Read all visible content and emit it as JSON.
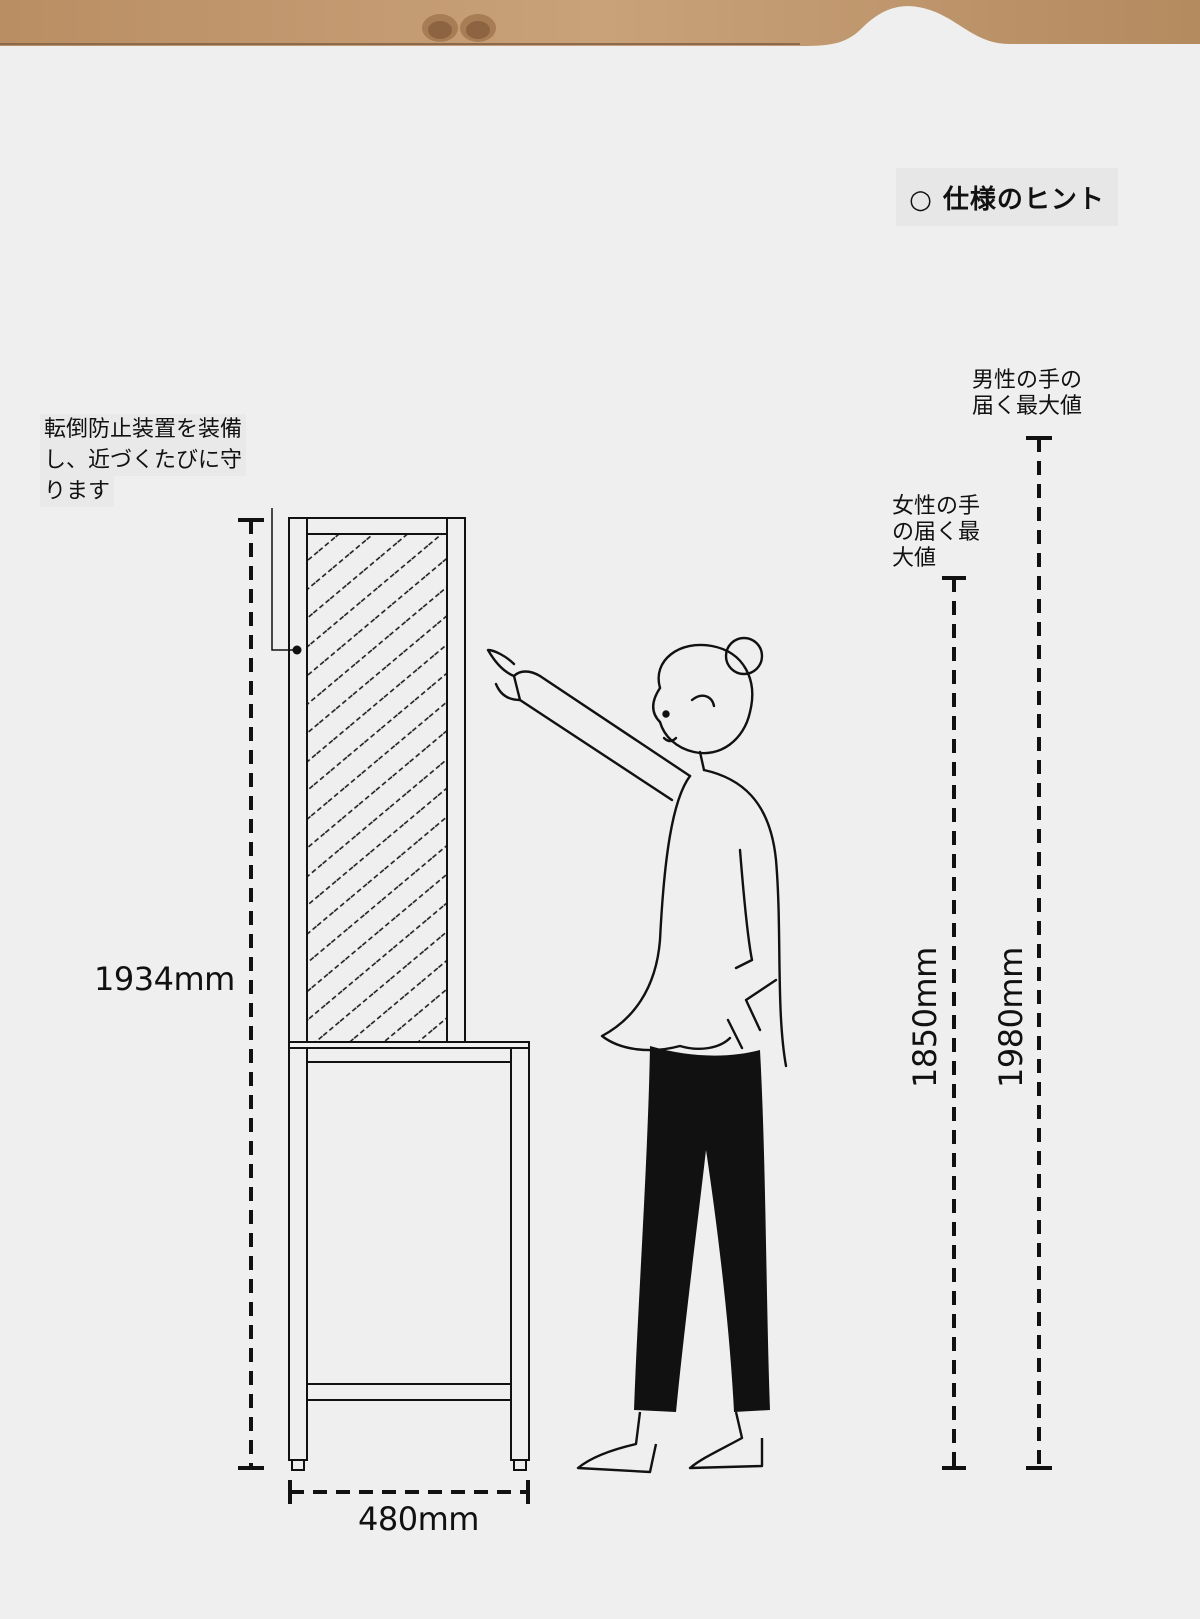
{
  "header": {
    "title": "○ 仕様のヒント"
  },
  "notes": {
    "anchor_device_lines": [
      "転倒防止装置を装備",
      "し、近づくたびに守",
      "ります"
    ],
    "female_reach_lines": [
      "女性の手",
      "の届く最",
      "大値"
    ],
    "male_reach_lines": [
      "男性の手の",
      "届く最大値"
    ]
  },
  "dimensions": {
    "height": "1934mm",
    "width": "480mm",
    "female_reach": "1850mm",
    "male_reach": "1980mm"
  },
  "colors": {
    "background": "#efefef",
    "line": "#111111",
    "wood": "#c9a27a",
    "floor": "#b98e63"
  }
}
